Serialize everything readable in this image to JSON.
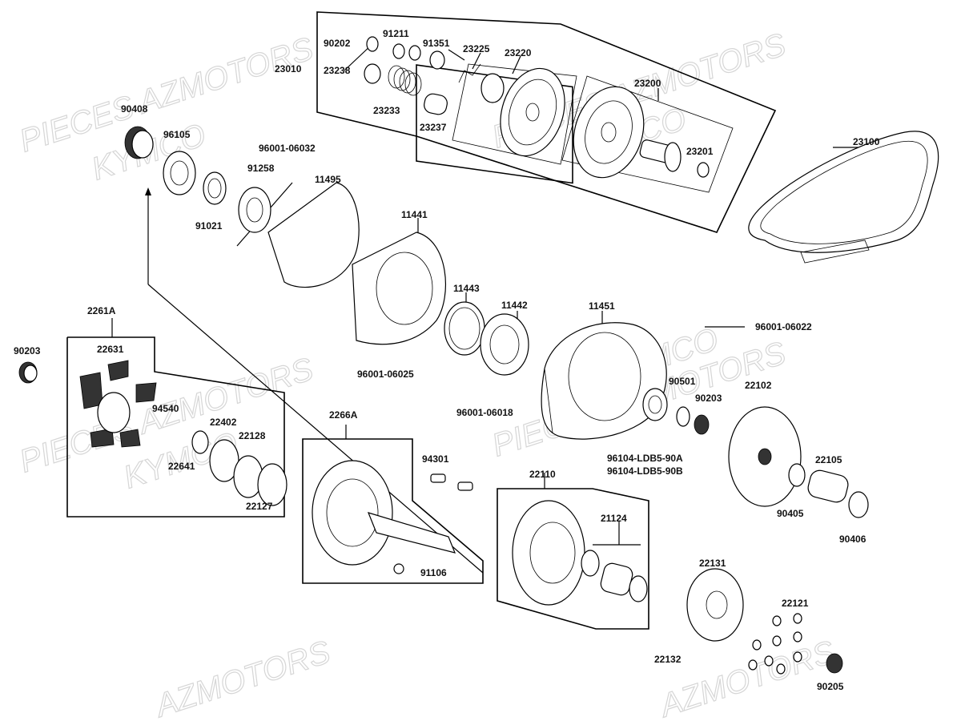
{
  "watermarks": [
    "PIECES AZMOTORS",
    "KYMCO",
    "PIECES AZMOTORS",
    "KYMCO",
    "PIECES AZMOTORS",
    "KYMCO",
    "AZMOTORS",
    "AZMOTORS",
    "PIECES AZMOTORS",
    "KYMCO"
  ],
  "labels": [
    {
      "id": "90202",
      "text": "90202"
    },
    {
      "id": "91211",
      "text": "91211"
    },
    {
      "id": "91351",
      "text": "91351"
    },
    {
      "id": "23225",
      "text": "23225"
    },
    {
      "id": "23220",
      "text": "23220"
    },
    {
      "id": "23010",
      "text": "23010"
    },
    {
      "id": "23238",
      "text": "23238"
    },
    {
      "id": "23233",
      "text": "23233"
    },
    {
      "id": "23237",
      "text": "23237"
    },
    {
      "id": "23200",
      "text": "23200"
    },
    {
      "id": "23201",
      "text": "23201"
    },
    {
      "id": "23100",
      "text": "23100"
    },
    {
      "id": "90408",
      "text": "90408"
    },
    {
      "id": "96105",
      "text": "96105"
    },
    {
      "id": "96001-06032",
      "text": "96001-06032"
    },
    {
      "id": "91258",
      "text": "91258"
    },
    {
      "id": "11495",
      "text": "11495"
    },
    {
      "id": "91021",
      "text": "91021"
    },
    {
      "id": "11441",
      "text": "11441"
    },
    {
      "id": "11443",
      "text": "11443"
    },
    {
      "id": "11442",
      "text": "11442"
    },
    {
      "id": "11451",
      "text": "11451"
    },
    {
      "id": "96001-06022",
      "text": "96001-06022"
    },
    {
      "id": "2261A",
      "text": "2261A"
    },
    {
      "id": "90203a",
      "text": "90203"
    },
    {
      "id": "22631",
      "text": "22631"
    },
    {
      "id": "96001-06025",
      "text": "96001-06025"
    },
    {
      "id": "96001-06018",
      "text": "96001-06018"
    },
    {
      "id": "90501",
      "text": "90501"
    },
    {
      "id": "90203b",
      "text": "90203"
    },
    {
      "id": "22102",
      "text": "22102"
    },
    {
      "id": "94540",
      "text": "94540"
    },
    {
      "id": "22402",
      "text": "22402"
    },
    {
      "id": "22128",
      "text": "22128"
    },
    {
      "id": "22641",
      "text": "22641"
    },
    {
      "id": "22127",
      "text": "22127"
    },
    {
      "id": "2266A",
      "text": "2266A"
    },
    {
      "id": "94301",
      "text": "94301"
    },
    {
      "id": "96104-LDB5-90A",
      "text": "96104-LDB5-90A"
    },
    {
      "id": "96104-LDB5-90B",
      "text": "96104-LDB5-90B"
    },
    {
      "id": "22105",
      "text": "22105"
    },
    {
      "id": "22110",
      "text": "22110"
    },
    {
      "id": "21124",
      "text": "21124"
    },
    {
      "id": "90405",
      "text": "90405"
    },
    {
      "id": "90406",
      "text": "90406"
    },
    {
      "id": "91106",
      "text": "91106"
    },
    {
      "id": "22131",
      "text": "22131"
    },
    {
      "id": "22121",
      "text": "22121"
    },
    {
      "id": "22132",
      "text": "22132"
    },
    {
      "id": "90205",
      "text": "90205"
    }
  ]
}
